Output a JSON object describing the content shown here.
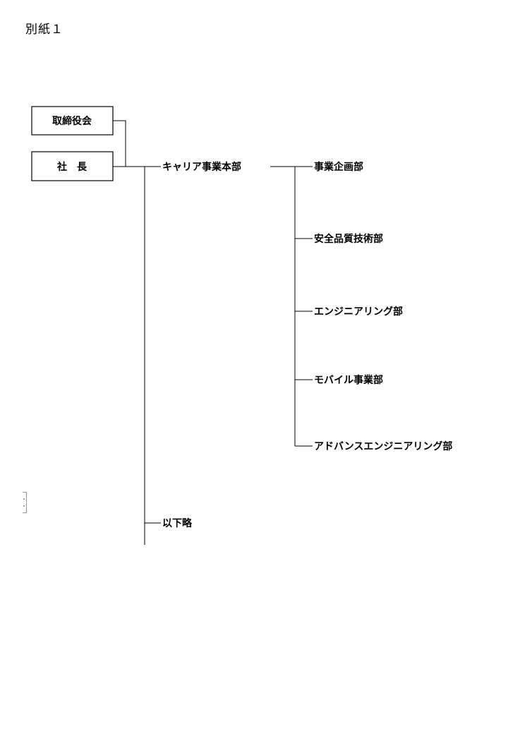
{
  "document": {
    "attachment_label": "別紙１"
  },
  "org_chart": {
    "top_boxes": [
      {
        "id": "board",
        "label": "取締役会"
      },
      {
        "id": "president",
        "label": "社　長"
      }
    ],
    "division": {
      "id": "career",
      "label": "キャリア事業本部"
    },
    "departments": [
      {
        "id": "dept-planning",
        "label": "事業企画部"
      },
      {
        "id": "dept-safety",
        "label": "安全品質技術部"
      },
      {
        "id": "dept-engineering",
        "label": "エンジニアリング部"
      },
      {
        "id": "dept-mobile",
        "label": "モバイル事業部"
      },
      {
        "id": "dept-advanced",
        "label": "アドバンスエンジニアリング部"
      }
    ],
    "other": {
      "id": "omitted",
      "label": "以下略"
    }
  }
}
